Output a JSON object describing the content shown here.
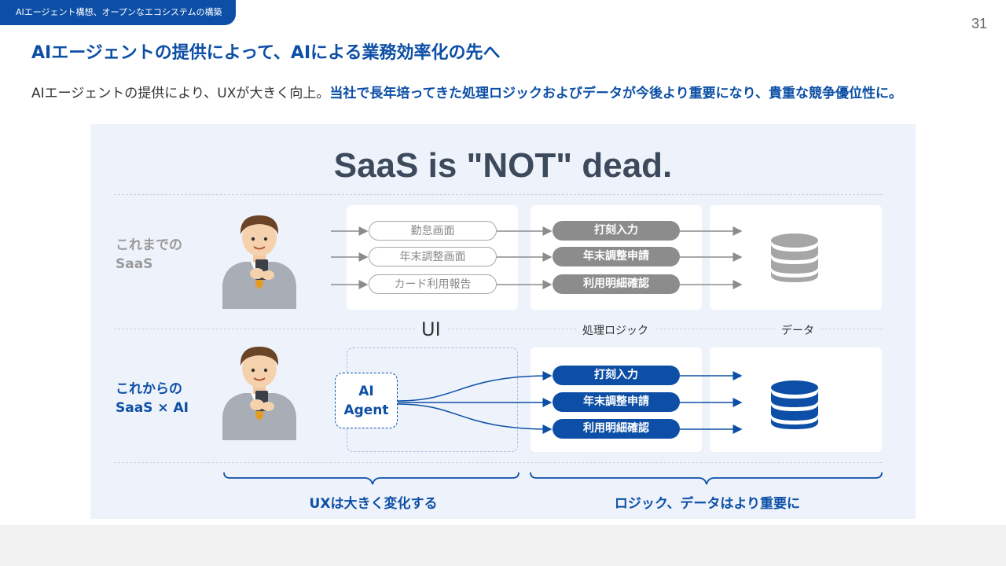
{
  "header": {
    "tag": "AIエージェント構想、オープンなエコシステムの構築",
    "page_number": "31",
    "title": "AIエージェントの提供によって、AIによる業務効率化の先へ",
    "lead_plain": "AIエージェントの提供により、UXが大きく向上。",
    "lead_highlight": "当社で長年培ってきた処理ロジックおよびデータが今後より重要になり、貴重な競争優位性に。"
  },
  "diagram": {
    "headline": "SaaS is \"NOT\" dead.",
    "rows": {
      "old": {
        "label_line1": "これまでの",
        "label_line2": "SaaS"
      },
      "new": {
        "label_line1": "これからの",
        "label_line2": "SaaS × AI"
      }
    },
    "ui_screens": [
      "勤怠画面",
      "年末調整画面",
      "カード利用報告"
    ],
    "logic_items": [
      "打刻入力",
      "年末調整申請",
      "利用明細確認"
    ],
    "column_labels": {
      "ui": "UI",
      "logic": "処理ロジック",
      "data": "データ"
    },
    "agent": {
      "line1": "AI",
      "line2": "Agent"
    },
    "brace_labels": {
      "left": "UXは大きく変化する",
      "right": "ロジック、データはより重要に"
    }
  },
  "colors": {
    "brand_blue": "#0d4fa6",
    "gray_pill": "#8c8c8c",
    "panel_bg": "#eef3fb"
  }
}
